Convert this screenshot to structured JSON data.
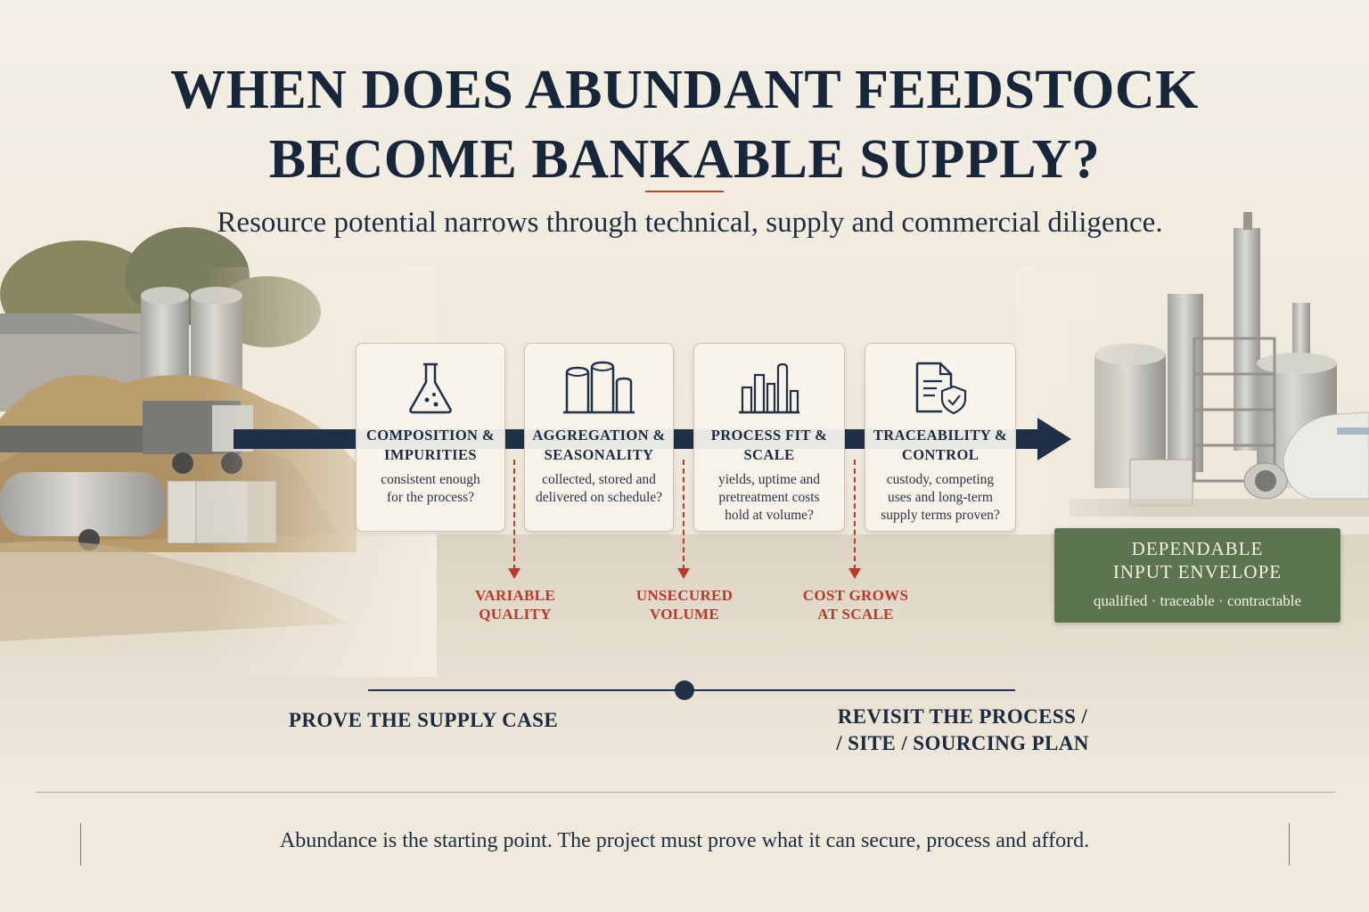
{
  "title": {
    "line1": "WHEN DOES ABUNDANT FEEDSTOCK",
    "line2": "BECOME BANKABLE SUPPLY?"
  },
  "subtitle": "Resource potential narrows through technical, supply and commercial diligence.",
  "steps": [
    {
      "icon": "flask-icon",
      "title1": "COMPOSITION &",
      "title2": "IMPURITIES",
      "q1": "consistent enough",
      "q2": "for the process?",
      "q3": ""
    },
    {
      "icon": "storage-silos-icon",
      "title1": "AGGREGATION &",
      "title2": "SEASONALITY",
      "q1": "collected, stored and",
      "q2": "delivered on schedule?",
      "q3": ""
    },
    {
      "icon": "refinery-icon",
      "title1": "PROCESS FIT &",
      "title2": "SCALE",
      "q1": "yields, uptime and",
      "q2": "pretreatment costs",
      "q3": "hold at volume?"
    },
    {
      "icon": "document-shield-icon",
      "title1": "TRACEABILITY &",
      "title2": "CONTROL",
      "q1": "custody, competing",
      "q2": "uses and long-term",
      "q3": "supply terms proven?"
    }
  ],
  "risks": [
    {
      "line1": "VARIABLE",
      "line2": "QUALITY"
    },
    {
      "line1": "UNSECURED",
      "line2": "VOLUME"
    },
    {
      "line1": "COST GROWS",
      "line2": "AT SCALE"
    }
  ],
  "envelope": {
    "title1": "DEPENDABLE",
    "title2": "INPUT ENVELOPE",
    "sub": "qualified · traceable · contractable"
  },
  "outcomes": {
    "left": "PROVE THE SUPPLY CASE",
    "right1": "REVISIT THE PROCESS /",
    "right2": "/ SITE / SOURCING PLAN"
  },
  "footer": "Abundance is the starting point. The project must prove what it can secure, process and afford.",
  "colors": {
    "navy": "#1f3047",
    "risk_red": "#b9392a",
    "envelope_green": "#5d7450",
    "background": "#f3ece0"
  }
}
